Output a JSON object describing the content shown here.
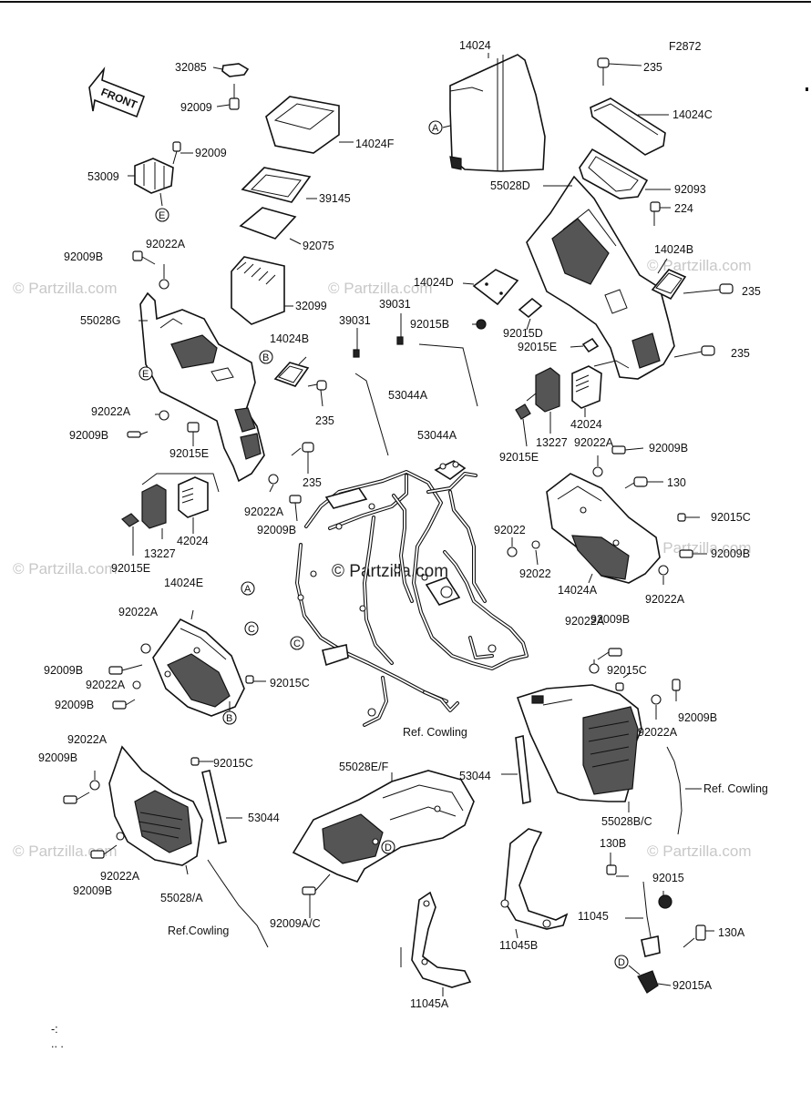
{
  "figure_id": "F2872",
  "front_label": "FRONT",
  "watermark": "© Partzilla.com",
  "watermark_center": "© Partzilla.com",
  "callout_letters": {
    "a": "A",
    "b": "B",
    "c": "C",
    "d": "D",
    "e": "E"
  },
  "parts": {
    "p32085": "32085",
    "p92009_a": "92009",
    "p14024F": "14024F",
    "p92009_b": "92009",
    "p53009": "53009",
    "p39145": "39145",
    "p92075": "92075",
    "p92009B_1": "92009B",
    "p92022A_1": "92022A",
    "p32099": "32099",
    "p55028G": "55028G",
    "p14024B_1": "14024B",
    "p92022A_2": "92022A",
    "p235_1": "235",
    "p92009B_2": "92009B",
    "p92015E_1": "92015E",
    "p235_2": "235",
    "p92022A_3": "92022A",
    "p92009B_3": "92009B",
    "p42024_1": "42024",
    "p13227_1": "13227",
    "p92015E_2": "92015E",
    "p14024": "14024",
    "p235_3": "235",
    "p14024C": "14024C",
    "p55028D": "55028D",
    "p92093": "92093",
    "p224": "224",
    "p14024B_2": "14024B",
    "p14024D": "14024D",
    "p39031_1": "39031",
    "p39031_2": "39031",
    "p92015B": "92015B",
    "p92015D": "92015D",
    "p235_4": "235",
    "p92015E_3": "92015E",
    "p235_5": "235",
    "p53044A_1": "53044A",
    "p53044A_2": "53044A",
    "p42024_2": "42024",
    "p13227_2": "13227",
    "p92015E_4": "92015E",
    "p92022A_4": "92022A",
    "p92009B_4": "92009B",
    "p130_1": "130",
    "p92015C_1": "92015C",
    "p92022_1": "92022",
    "p92022_2": "92022",
    "p14024A": "14024A",
    "p92009B_5": "92009B",
    "p92022A_5": "92022A",
    "p14024E": "14024E",
    "p92022A_6": "92022A",
    "p92009B_6": "92009B",
    "p92022A_7": "92022A",
    "p92009B_7": "92009B",
    "p92015C_2": "92015C",
    "p92009B_8": "92009B",
    "p92022A_8": "92022A",
    "p92015C_3": "92015C",
    "p92015C_4": "92015C",
    "p92022A_9": "92022A",
    "p92009B_9": "92009B",
    "p92022A_10": "92022A",
    "p92009B_10": "92009B",
    "p53044_1": "53044",
    "p55028E_F": "55028E/F",
    "p53044_2": "53044",
    "p55028B_C": "55028B/C",
    "p92022A_11": "92022A",
    "p55028_A": "55028/A",
    "p92009A_C": "92009A/C",
    "p130B": "130B",
    "p92015": "92015",
    "p11045": "11045",
    "p130A": "130A",
    "p11045B": "11045B",
    "p11045A": "11045A",
    "p92015A": "92015A",
    "ref_cowling_1": "Ref. Cowling",
    "ref_cowling_2": "Ref. Cowling",
    "ref_cowling_3": "Ref.Cowling"
  }
}
